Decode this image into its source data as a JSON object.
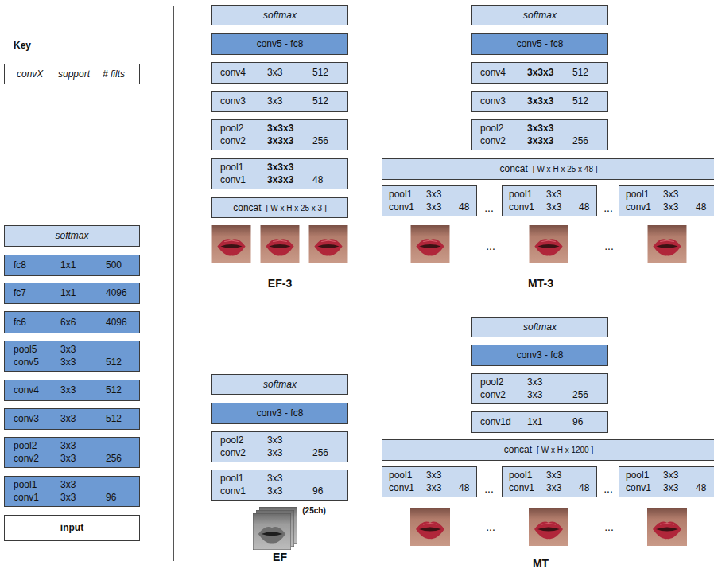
{
  "diagram": {
    "nodes": [
      {
        "text": [
          "convX",
          "support",
          "# filts"
        ]
      },
      {
        "text": [
          "softmax"
        ]
      },
      {
        "text": [
          "fc8",
          "1x1",
          "500"
        ]
      },
      {
        "text": [
          "fc7",
          "1x1",
          "4096"
        ]
      },
      {
        "text": [
          "fc6",
          "6x6",
          "4096"
        ]
      },
      {
        "text": [
          "pool5",
          "3x3",
          "conv5",
          "3x3",
          "512"
        ]
      },
      {
        "text": [
          "conv4",
          "3x3",
          "512"
        ]
      },
      {
        "text": [
          "conv3",
          "3x3",
          "512"
        ]
      },
      {
        "text": [
          "pool2",
          "3x3",
          "conv2",
          "3x3",
          "256"
        ]
      },
      {
        "text": [
          "pool1",
          "3x3",
          "conv1",
          "3x3",
          "96"
        ]
      },
      {
        "text": [
          "input"
        ]
      },
      {
        "text": [
          "softmax"
        ]
      },
      {
        "text": [
          "conv5  - fc8"
        ]
      },
      {
        "text": [
          "conv4",
          "3x3",
          "512"
        ]
      },
      {
        "text": [
          "conv3",
          "3x3",
          "512"
        ]
      },
      {
        "text": [
          "pool2",
          "3x3x3",
          "conv2",
          "3x3x3",
          "256"
        ]
      },
      {
        "text": [
          "pool1",
          "3x3x3",
          "conv1",
          "3x3x3",
          "48"
        ]
      },
      {
        "text": [
          "concat",
          "[ W x H x 25 x 3 ]"
        ]
      },
      {
        "text": [
          "softmax"
        ]
      },
      {
        "text": [
          "conv5  - fc8"
        ]
      },
      {
        "text": [
          "conv4",
          "3x3x3",
          "512"
        ]
      },
      {
        "text": [
          "conv3",
          "3x3x3",
          "512"
        ]
      },
      {
        "text": [
          "pool2",
          "3x3x3",
          "conv2",
          "3x3x3",
          "256"
        ]
      },
      {
        "text": [
          "concat",
          "[ W x H x 25 x 48 ]"
        ]
      },
      {
        "text": [
          "pool1",
          "3x3",
          "conv1",
          "3x3",
          "48"
        ]
      },
      {
        "text": [
          "pool1",
          "3x3",
          "conv1",
          "3x3",
          "48"
        ]
      },
      {
        "text": [
          "pool1",
          "3x3",
          "conv1",
          "3x3",
          "48"
        ]
      },
      {
        "text": [
          "softmax"
        ]
      },
      {
        "text": [
          "conv3  - fc8"
        ]
      },
      {
        "text": [
          "pool2",
          "3x3",
          "conv2",
          "3x3",
          "256"
        ]
      },
      {
        "text": [
          "pool1",
          "3x3",
          "conv1",
          "3x3",
          "96"
        ]
      },
      {
        "text": [
          "softmax"
        ]
      },
      {
        "text": [
          "conv3  - fc8"
        ]
      },
      {
        "text": [
          "pool2",
          "3x3",
          "conv2",
          "3x3",
          "256"
        ]
      },
      {
        "text": [
          "conv1d",
          "1x1",
          "96"
        ]
      },
      {
        "text": [
          "concat",
          "[ W x H x 1200 ]"
        ]
      },
      {
        "text": [
          "pool1",
          "3x3",
          "conv1",
          "3x3",
          "48"
        ]
      },
      {
        "text": [
          "pool1",
          "3x3",
          "conv1",
          "3x3",
          "48"
        ]
      },
      {
        "text": [
          "pool1",
          "3x3",
          "conv1",
          "3x3",
          "48"
        ]
      }
    ],
    "labels": [
      "Key",
      "...",
      "...",
      "...",
      "...",
      "EF-3",
      "MT-3",
      "(25ch)",
      "...",
      "...",
      "...",
      "...",
      "EF",
      "MT"
    ]
  }
}
